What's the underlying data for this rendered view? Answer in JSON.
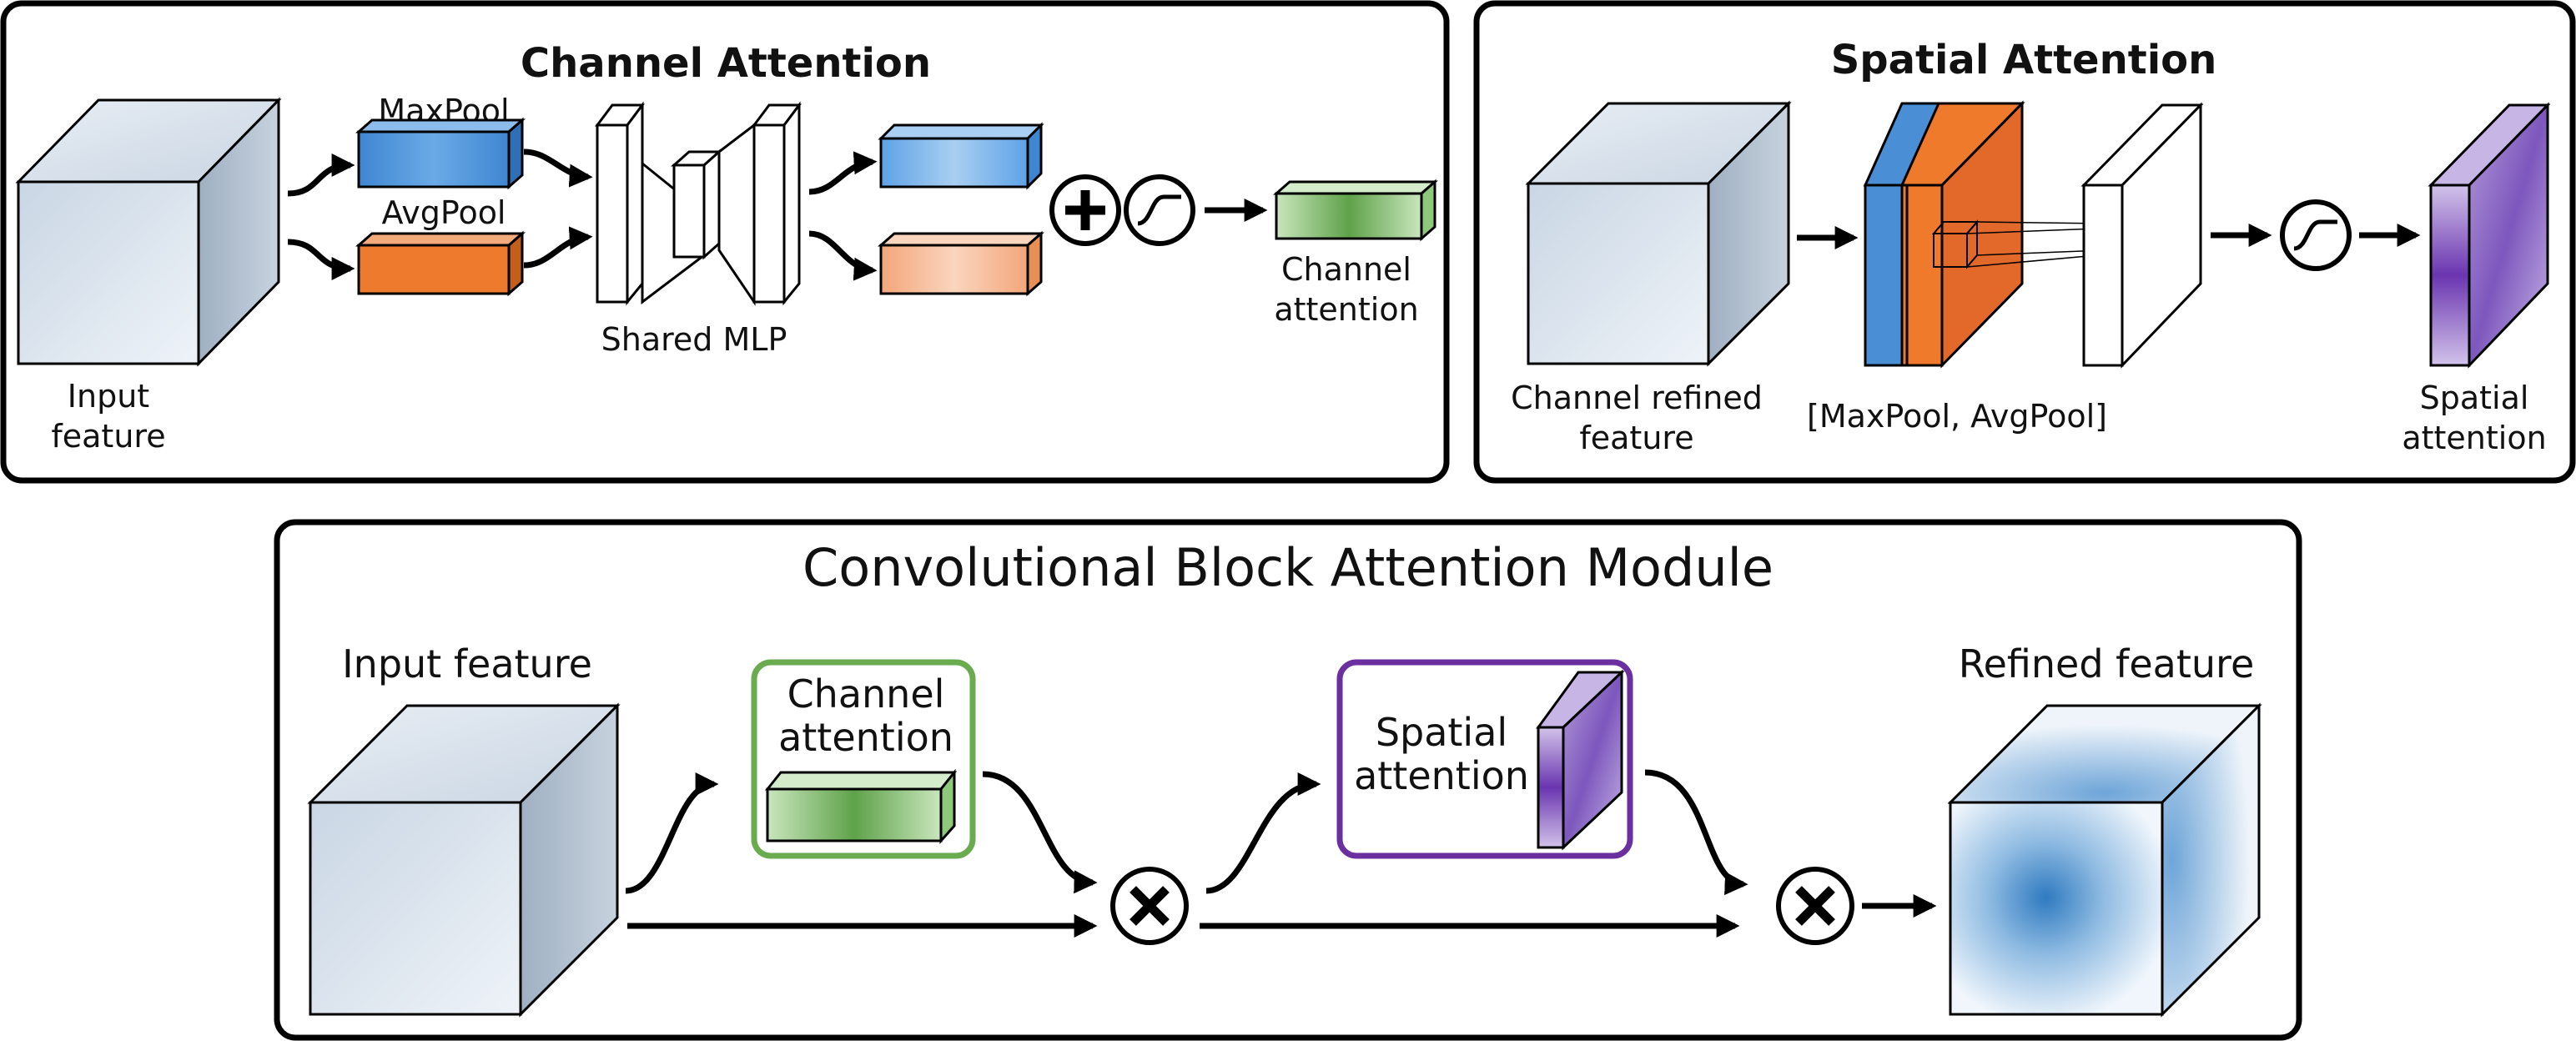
{
  "channel_attention_panel": {
    "title": "Channel Attention",
    "input_label_line1": "Input",
    "input_label_line2": "feature",
    "maxpool_label": "MaxPool",
    "avgpool_label": "AvgPool",
    "mlp_label": "Shared MLP",
    "output_label_line1": "Channel",
    "output_label_line2": "attention"
  },
  "spatial_attention_panel": {
    "title": "Spatial Attention",
    "input_label_line1": "Channel refined",
    "input_label_line2": "feature",
    "pool_label": "[MaxPool, AvgPool]",
    "output_label_line1": "Spatial",
    "output_label_line2": "attention"
  },
  "cbam_panel": {
    "title": "Convolutional Block Attention Module",
    "input_label": "Input feature",
    "channel_box_line1": "Channel",
    "channel_box_line2": "attention",
    "spatial_box_line1": "Spatial",
    "spatial_box_line2": "attention",
    "output_label": "Refined feature"
  },
  "colors": {
    "maxpool_blue": "#4a8fd6",
    "avgpool_orange": "#f07a2c",
    "channel_green": "#7ec06a",
    "spatial_purple": "#7a4fb0",
    "channel_box_border": "#6aab4f",
    "spatial_box_border": "#6b2fa0",
    "cube_face": "#dbe4ee"
  }
}
